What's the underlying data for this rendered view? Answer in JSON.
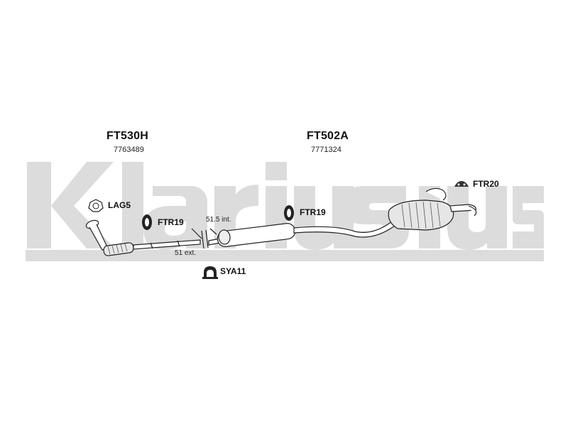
{
  "watermark": {
    "text": "Klarius",
    "color": "#dcdcdc"
  },
  "parts": [
    {
      "code": "FT530H",
      "number": "7763489"
    },
    {
      "code": "FT502A",
      "number": "7771324"
    }
  ],
  "tags": {
    "lag": "LAG5",
    "ftr_front": "FTR19",
    "ftr_mid": "FTR19",
    "ftr_rear": "FTR20",
    "sya": "SYA11"
  },
  "dimensions": {
    "internal": "51.5 int.",
    "external": "51 ext."
  },
  "icons": [
    "gasket-ring-icon",
    "rubber-hanger-icon",
    "bracket-hanger-icon",
    "clamp-icon"
  ],
  "colors": {
    "line": "#222222",
    "fill": "#ffffff",
    "hatch": "#555555"
  }
}
